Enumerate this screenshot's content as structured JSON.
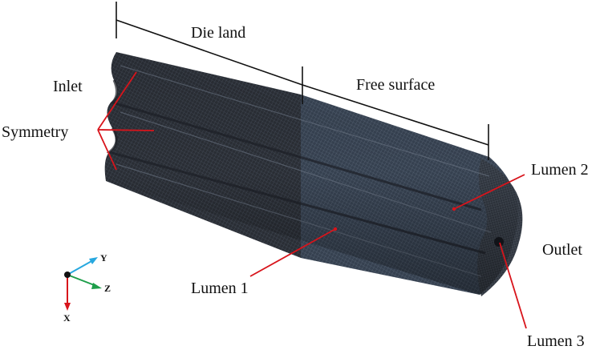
{
  "labels": {
    "die_land": "Die land",
    "free_surface": "Free surface",
    "inlet": "Inlet",
    "symmetry": "Symmetry",
    "outlet": "Outlet",
    "lumen_1": "Lumen 1",
    "lumen_2": "Lumen 2",
    "lumen_3": "Lumen 3"
  },
  "axes": {
    "x": "X",
    "y": "Y",
    "z": "Z"
  },
  "colors": {
    "mesh_dark": "#2b2f36",
    "mesh_light": "#3d4754",
    "leader_line": "#d8141b",
    "axis_x": "#d8141b",
    "axis_y": "#27a8df",
    "axis_z": "#1e9e4a",
    "dimension_line": "#111111"
  }
}
